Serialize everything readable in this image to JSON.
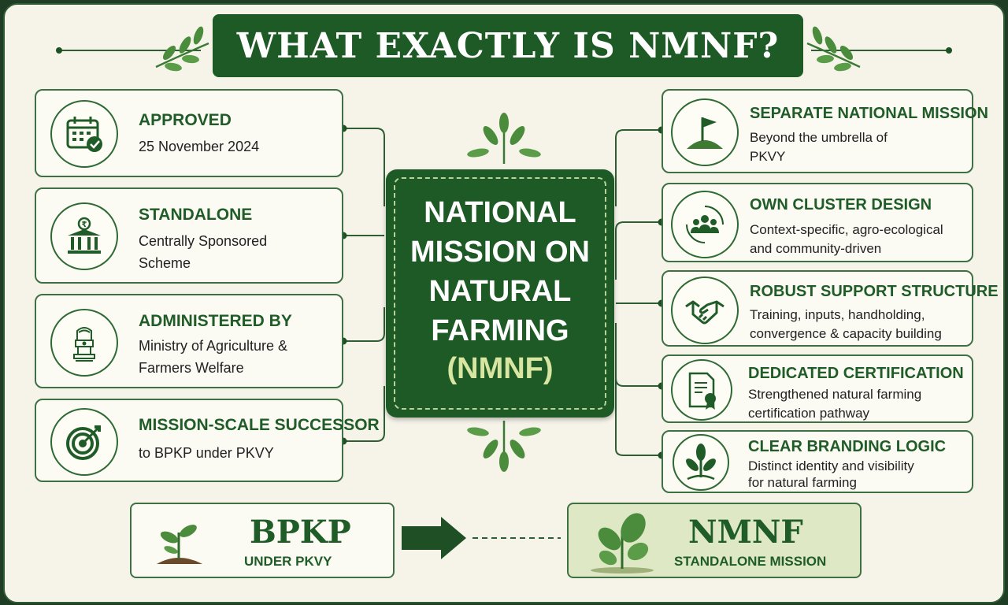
{
  "title": "WHAT EXACTLY IS NMNF?",
  "center": {
    "title_lines": [
      "NATIONAL",
      "MISSION ON",
      "NATURAL",
      "FARMING"
    ],
    "abbr": "(NMNF)"
  },
  "left_cards": [
    {
      "icon": "calendar-check-icon",
      "heading": "APPROVED",
      "lines": [
        "25 November 2024"
      ]
    },
    {
      "icon": "government-building-icon",
      "heading": "STANDALONE",
      "lines": [
        "Centrally Sponsored",
        "Scheme"
      ]
    },
    {
      "icon": "national-emblem-icon",
      "heading": "ADMINISTERED BY",
      "lines": [
        "Ministry of Agriculture &",
        "Farmers Welfare"
      ]
    },
    {
      "icon": "target-icon",
      "heading": "MISSION-SCALE SUCCESSOR",
      "lines": [
        "to BPKP under PKVY"
      ]
    }
  ],
  "right_cards": [
    {
      "icon": "flag-on-hill-icon",
      "heading": "SEPARATE NATIONAL MISSION",
      "lines": [
        "Beyond the umbrella of",
        "PKVY"
      ]
    },
    {
      "icon": "community-cluster-icon",
      "heading": "OWN CLUSTER DESIGN",
      "lines": [
        "Context-specific, agro-ecological",
        "and community-driven"
      ]
    },
    {
      "icon": "handshake-icon",
      "heading": "ROBUST SUPPORT STRUCTURE",
      "lines": [
        "Training, inputs, handholding,",
        "convergence & capacity building"
      ]
    },
    {
      "icon": "certificate-icon",
      "heading": "DEDICATED CERTIFICATION",
      "lines": [
        "Strengthened natural farming",
        "certification pathway"
      ]
    },
    {
      "icon": "sprout-icon",
      "heading": "CLEAR BRANDING LOGIC",
      "lines": [
        "Distinct identity and visibility",
        "for natural farming"
      ]
    }
  ],
  "transition": {
    "from": {
      "title": "BPKP",
      "subtitle": "UNDER PKVY"
    },
    "to": {
      "title": "NMNF",
      "subtitle": "STANDALONE MISSION"
    }
  },
  "colors": {
    "primary": "#1e5a26",
    "accent": "#d8e6a2",
    "background": "#f6f4e9"
  }
}
